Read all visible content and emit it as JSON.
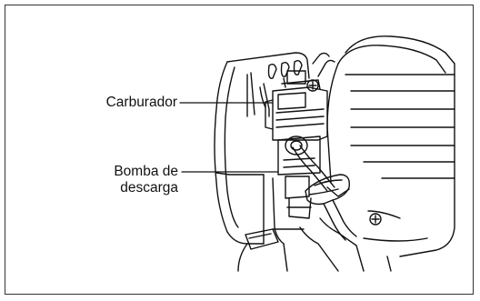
{
  "labels": {
    "carburetor": "Carburador",
    "primer_bulb_line1": "Bomba de",
    "primer_bulb_line2": "descarga"
  },
  "colors": {
    "ink": "#111111",
    "background": "#ffffff",
    "frame": "#333333"
  }
}
